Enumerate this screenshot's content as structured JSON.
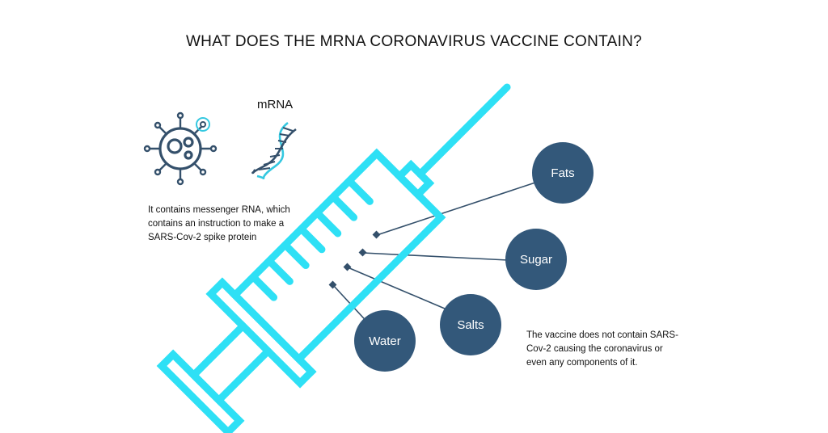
{
  "title": "WHAT DOES THE MRNA CORONAVIRUS VACCINE CONTAIN?",
  "mrna_label": "mRNA",
  "left_description": "It contains messenger RNA, which contains an instruction to make a SARS-Cov-2 spike protein",
  "right_description": "The vaccine does not contain SARS-Cov-2 causing the coronavirus or even any components of it.",
  "ingredients": [
    "Fats",
    "Sugar",
    "Salts",
    "Water"
  ],
  "colors": {
    "syringe": "#2ee0f5",
    "bubble": "#33587a",
    "icon_dark": "#34506b",
    "icon_accent": "#35c8e0"
  },
  "icons": [
    "virus-icon",
    "dna-strand-icon",
    "syringe-icon"
  ]
}
